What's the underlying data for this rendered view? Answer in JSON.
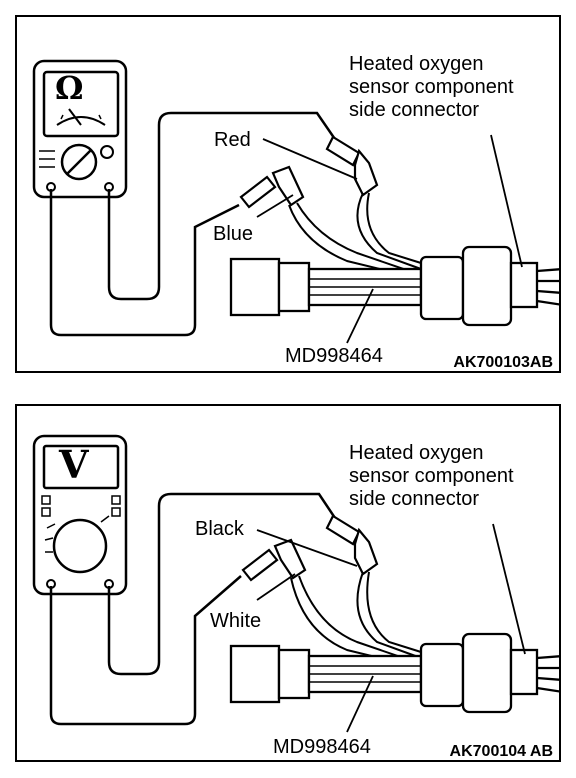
{
  "panels": [
    {
      "meter_symbol": "Ω",
      "connector_label": [
        "Heated oxygen",
        "sensor component",
        "side connector"
      ],
      "probe1_label": "Red",
      "probe2_label": "Blue",
      "tool_label": "MD998464",
      "figure_code": "AK700103AB"
    },
    {
      "meter_symbol": "V",
      "connector_label": [
        "Heated oxygen",
        "sensor component",
        "side connector"
      ],
      "probe1_label": "Black",
      "probe2_label": "White",
      "tool_label": "MD998464",
      "figure_code": "AK700104 AB"
    }
  ]
}
